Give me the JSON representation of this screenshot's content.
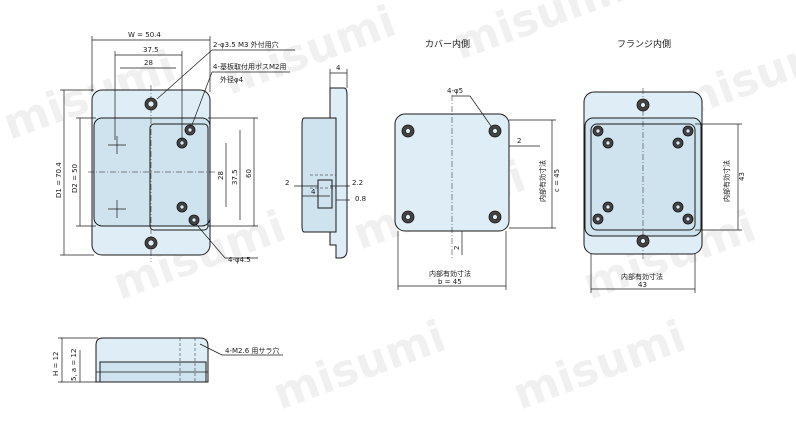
{
  "top_view": {
    "dim_w": "W = 50.4",
    "dim_375": "37.5",
    "dim_28": "28",
    "dim_d1": "D1 = 70.4",
    "dim_d2": "D2 = 50",
    "dim_28v": "28",
    "dim_375v": "37.5",
    "dim_60": "60",
    "note_holes_m3": "2-φ3.5 M3 外付用穴",
    "note_boss_m2": "4-基板取付用ボスM2用",
    "note_boss_od": "外径φ4",
    "note_holes_45": "4-φ4.5"
  },
  "side_view": {
    "dim_4": "4",
    "dim_2": "2",
    "dim_4b": "4",
    "dim_22": "2.2",
    "dim_08": "0.8"
  },
  "cover_view": {
    "title": "カバー内側",
    "note_boss": "4-φ5",
    "dim_2": "2",
    "dim_2b": "2",
    "dim_c_label": "内部有効寸法",
    "dim_c": "c = 45",
    "dim_b_label": "内部有効寸法",
    "dim_b": "b = 45"
  },
  "flange_view": {
    "title": "フランジ内側",
    "dim_v_label": "内部有効寸法",
    "dim_v": "43",
    "dim_h_label": "内部有効寸法",
    "dim_h": "43"
  },
  "front_view": {
    "dim_h": "H = 12",
    "dim_a": "5, a = 12",
    "note_tap": "4-M2.6 用サラ穴"
  },
  "watermark": "misumi"
}
